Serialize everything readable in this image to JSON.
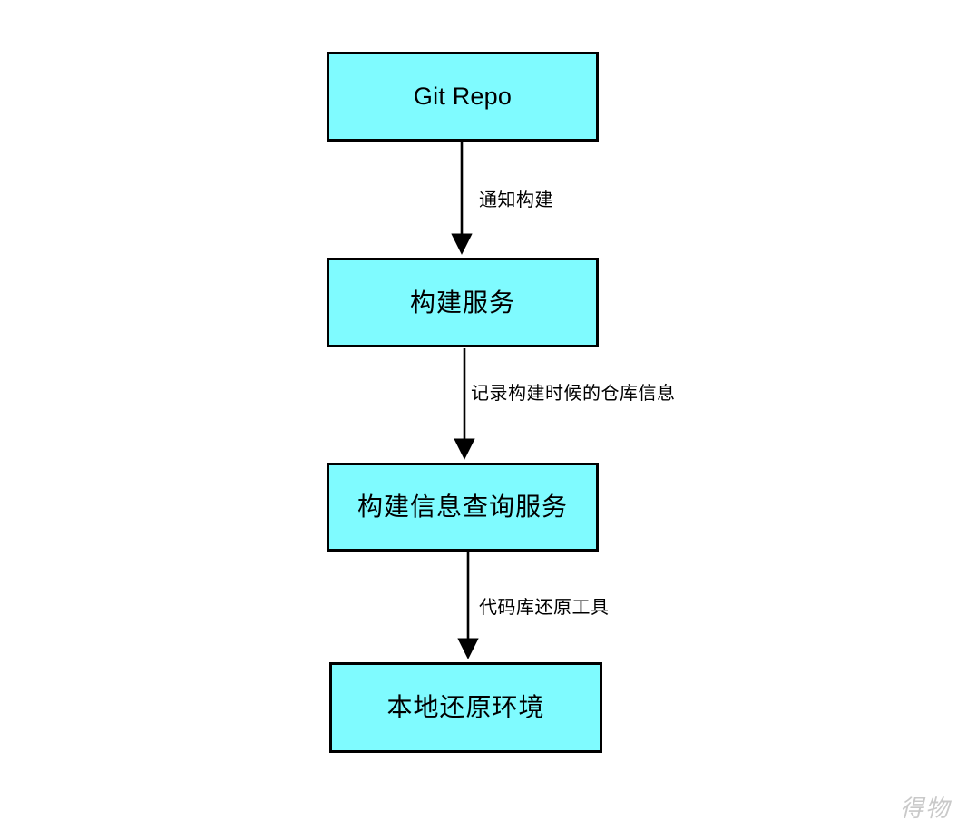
{
  "diagram": {
    "type": "flowchart",
    "direction": "top-to-bottom",
    "theme": {
      "node_fill": "#7ffbff",
      "node_border": "#000000",
      "background": "#ffffff",
      "text_color": "#000000",
      "connector_color": "#000000",
      "watermark_color": "#c9c9c9"
    },
    "nodes": [
      {
        "id": "git-repo",
        "label": "Git Repo",
        "shape": "rectangle"
      },
      {
        "id": "build-svc",
        "label": "构建服务",
        "shape": "rectangle"
      },
      {
        "id": "query-svc",
        "label": "构建信息查询服务",
        "shape": "rectangle"
      },
      {
        "id": "local-env",
        "label": "本地还原环境",
        "shape": "rectangle"
      }
    ],
    "edges": [
      {
        "id": "edge-1",
        "from": "git-repo",
        "to": "build-svc",
        "label": "通知构建",
        "arrow": "single"
      },
      {
        "id": "edge-2",
        "from": "build-svc",
        "to": "query-svc",
        "label": "记录构建时候的仓库信息",
        "arrow": "single"
      },
      {
        "id": "edge-3",
        "from": "query-svc",
        "to": "local-env",
        "label": "代码库还原工具",
        "arrow": "single"
      }
    ]
  },
  "watermark": {
    "text": "得物"
  }
}
